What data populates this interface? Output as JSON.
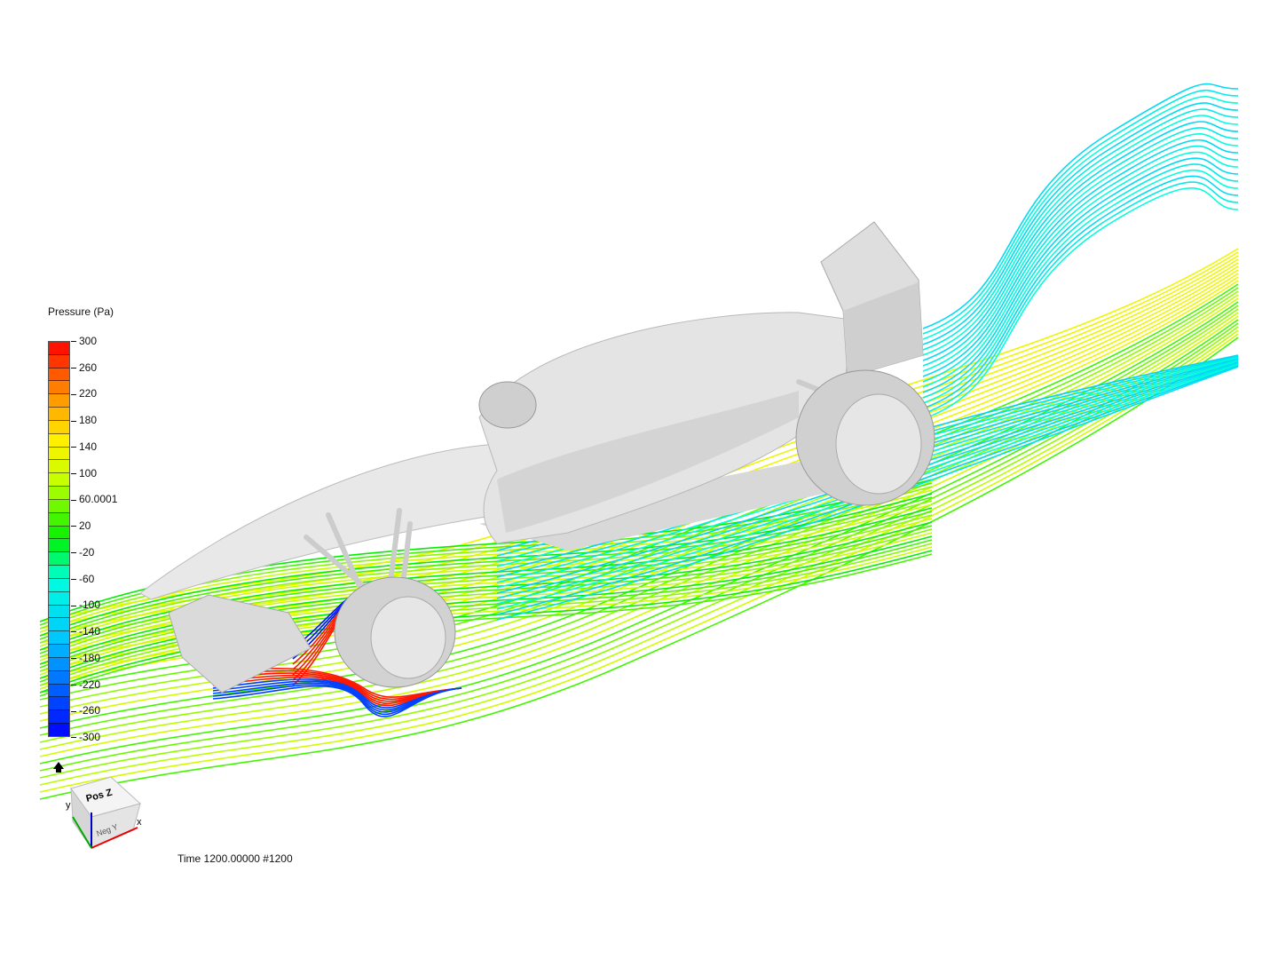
{
  "legend": {
    "title": "Pressure (Pa)",
    "ticks": [
      "300",
      "260",
      "220",
      "180",
      "140",
      "100",
      "60.0001",
      "20",
      "-20",
      "-60",
      "-100",
      "-140",
      "-180",
      "-220",
      "-260",
      "-300"
    ],
    "range": [
      -300,
      300
    ],
    "bands": 30
  },
  "orientation_cube": {
    "top_face": "Pos Z",
    "front_face": "Neg Y",
    "axis_x": "x",
    "axis_y": "y"
  },
  "status": {
    "time_label": "Time 1200.00000  #1200"
  },
  "colors": {
    "high": "#ff0000",
    "low": "#0000ff",
    "car_body": "#e2e2e2"
  }
}
